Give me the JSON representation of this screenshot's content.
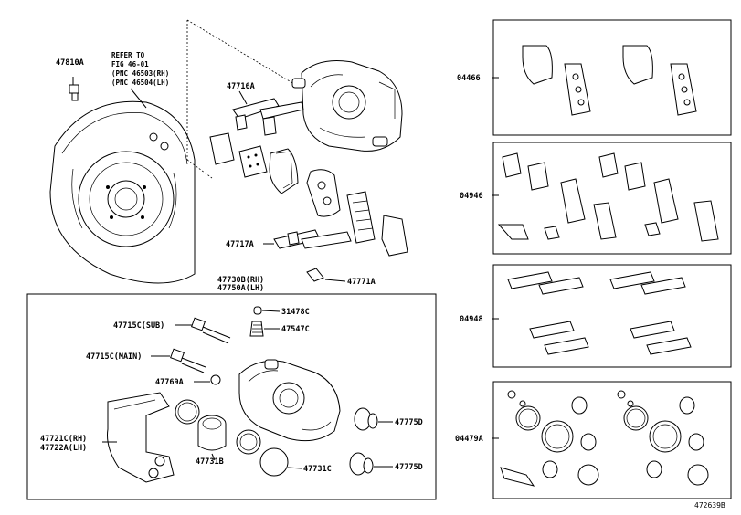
{
  "labels": {
    "p47810a": "47810A",
    "refer_1": "REFER TO",
    "refer_2": "FIG 46-01",
    "refer_3": "(PNC 46503(RH)",
    "refer_4": "(PNC 46504(LH)",
    "p47716a": "47716A",
    "p47717a": "47717A",
    "p47771a": "47771A",
    "p47730b": "47730B(RH)",
    "p47750a": "47750A(LH)",
    "p31478c": "31478C",
    "p47547c": "47547C",
    "p47715c_sub": "47715C(SUB)",
    "p47715c_main": "47715C(MAIN)",
    "p47769a": "47769A",
    "p47775d_1": "47775D",
    "p47775d_2": "47775D",
    "p47721c": "47721C(RH)",
    "p47722a": "47722A(LH)",
    "p47731b": "47731B",
    "p47731c": "47731C",
    "kit_04466": "04466",
    "kit_04946": "04946",
    "kit_04948": "04948",
    "kit_04479a": "04479A",
    "figure_id": "472639B"
  }
}
